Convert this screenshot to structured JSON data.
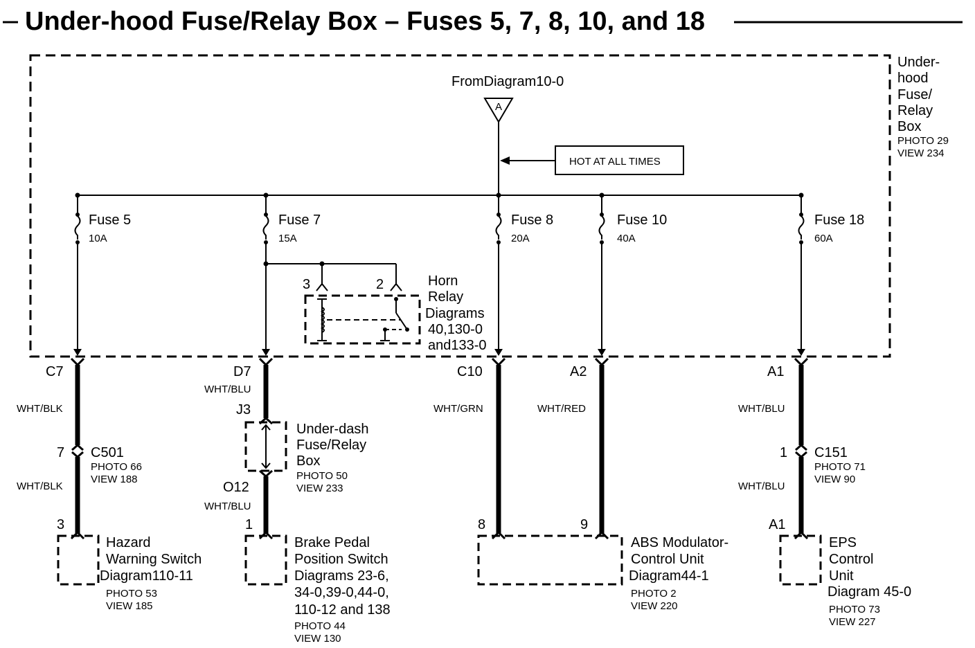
{
  "title": "Under-hood Fuse/Relay Box – Fuses 5, 7, 8, 10, and 18",
  "box": {
    "line1": "Under-",
    "line2": "hood",
    "line3": "Fuse/",
    "line4": "Relay",
    "line5": "Box",
    "photo": "PHOTO 29",
    "view": "VIEW 234"
  },
  "source": {
    "from": "FromDiagram10-0",
    "connector": "A"
  },
  "hot_label": "HOT AT ALL TIMES",
  "fuses": [
    {
      "name": "Fuse 5",
      "rating": "10A"
    },
    {
      "name": "Fuse 7",
      "rating": "15A"
    },
    {
      "name": "Fuse 8",
      "rating": "20A"
    },
    {
      "name": "Fuse 10",
      "rating": "40A"
    },
    {
      "name": "Fuse 18",
      "rating": "60A"
    }
  ],
  "horn_relay": {
    "pin_left": "3",
    "pin_right": "2",
    "line1": "Horn",
    "line2": "Relay",
    "line3": "Diagrams",
    "line4": "40,130-0",
    "line5": "and133-0"
  },
  "terminals": [
    "C7",
    "D7",
    "C10",
    "A2",
    "A1"
  ],
  "wires": {
    "w1_top": "WHT/BLK",
    "w1_bot": "WHT/BLK",
    "w2_top": "WHT/BLU",
    "w2_bot": "WHT/BLU",
    "w3": "WHT/GRN",
    "w4": "WHT/RED",
    "w5_top": "WHT/BLU",
    "w5_bot": "WHT/BLU"
  },
  "c501": {
    "pin": "7",
    "name": "C501",
    "photo": "PHOTO 66",
    "view": "VIEW 188"
  },
  "c151": {
    "pin": "1",
    "name": "C151",
    "photo": "PHOTO 71",
    "view": "VIEW 90"
  },
  "underdash": {
    "pin_top": "J3",
    "pin_bot": "O12",
    "line1": "Under-dash",
    "line2": "Fuse/Relay",
    "line3": "Box",
    "photo": "PHOTO 50",
    "view": "VIEW 233"
  },
  "hazard": {
    "pin": "3",
    "line1": "Hazard",
    "line2": "Warning Switch",
    "line3": "Diagram110-11",
    "photo": "PHOTO 53",
    "view": "VIEW 185"
  },
  "brake": {
    "pin": "1",
    "line1": "Brake Pedal",
    "line2": "Position Switch",
    "line3": "Diagrams 23-6,",
    "line4": "34-0,39-0,44-0,",
    "line5": "110-12 and 138",
    "photo": "PHOTO 44",
    "view": "VIEW 130"
  },
  "abs": {
    "pin_a": "8",
    "pin_b": "9",
    "line1": "ABS Modulator-",
    "line2": "Control Unit",
    "line3": "Diagram44-1",
    "photo": "PHOTO 2",
    "view": "VIEW 220"
  },
  "eps": {
    "pin": "A1",
    "line1": "EPS",
    "line2": "Control",
    "line3": "Unit",
    "line4": "Diagram 45-0",
    "photo": "PHOTO 73",
    "view": "VIEW 227"
  }
}
